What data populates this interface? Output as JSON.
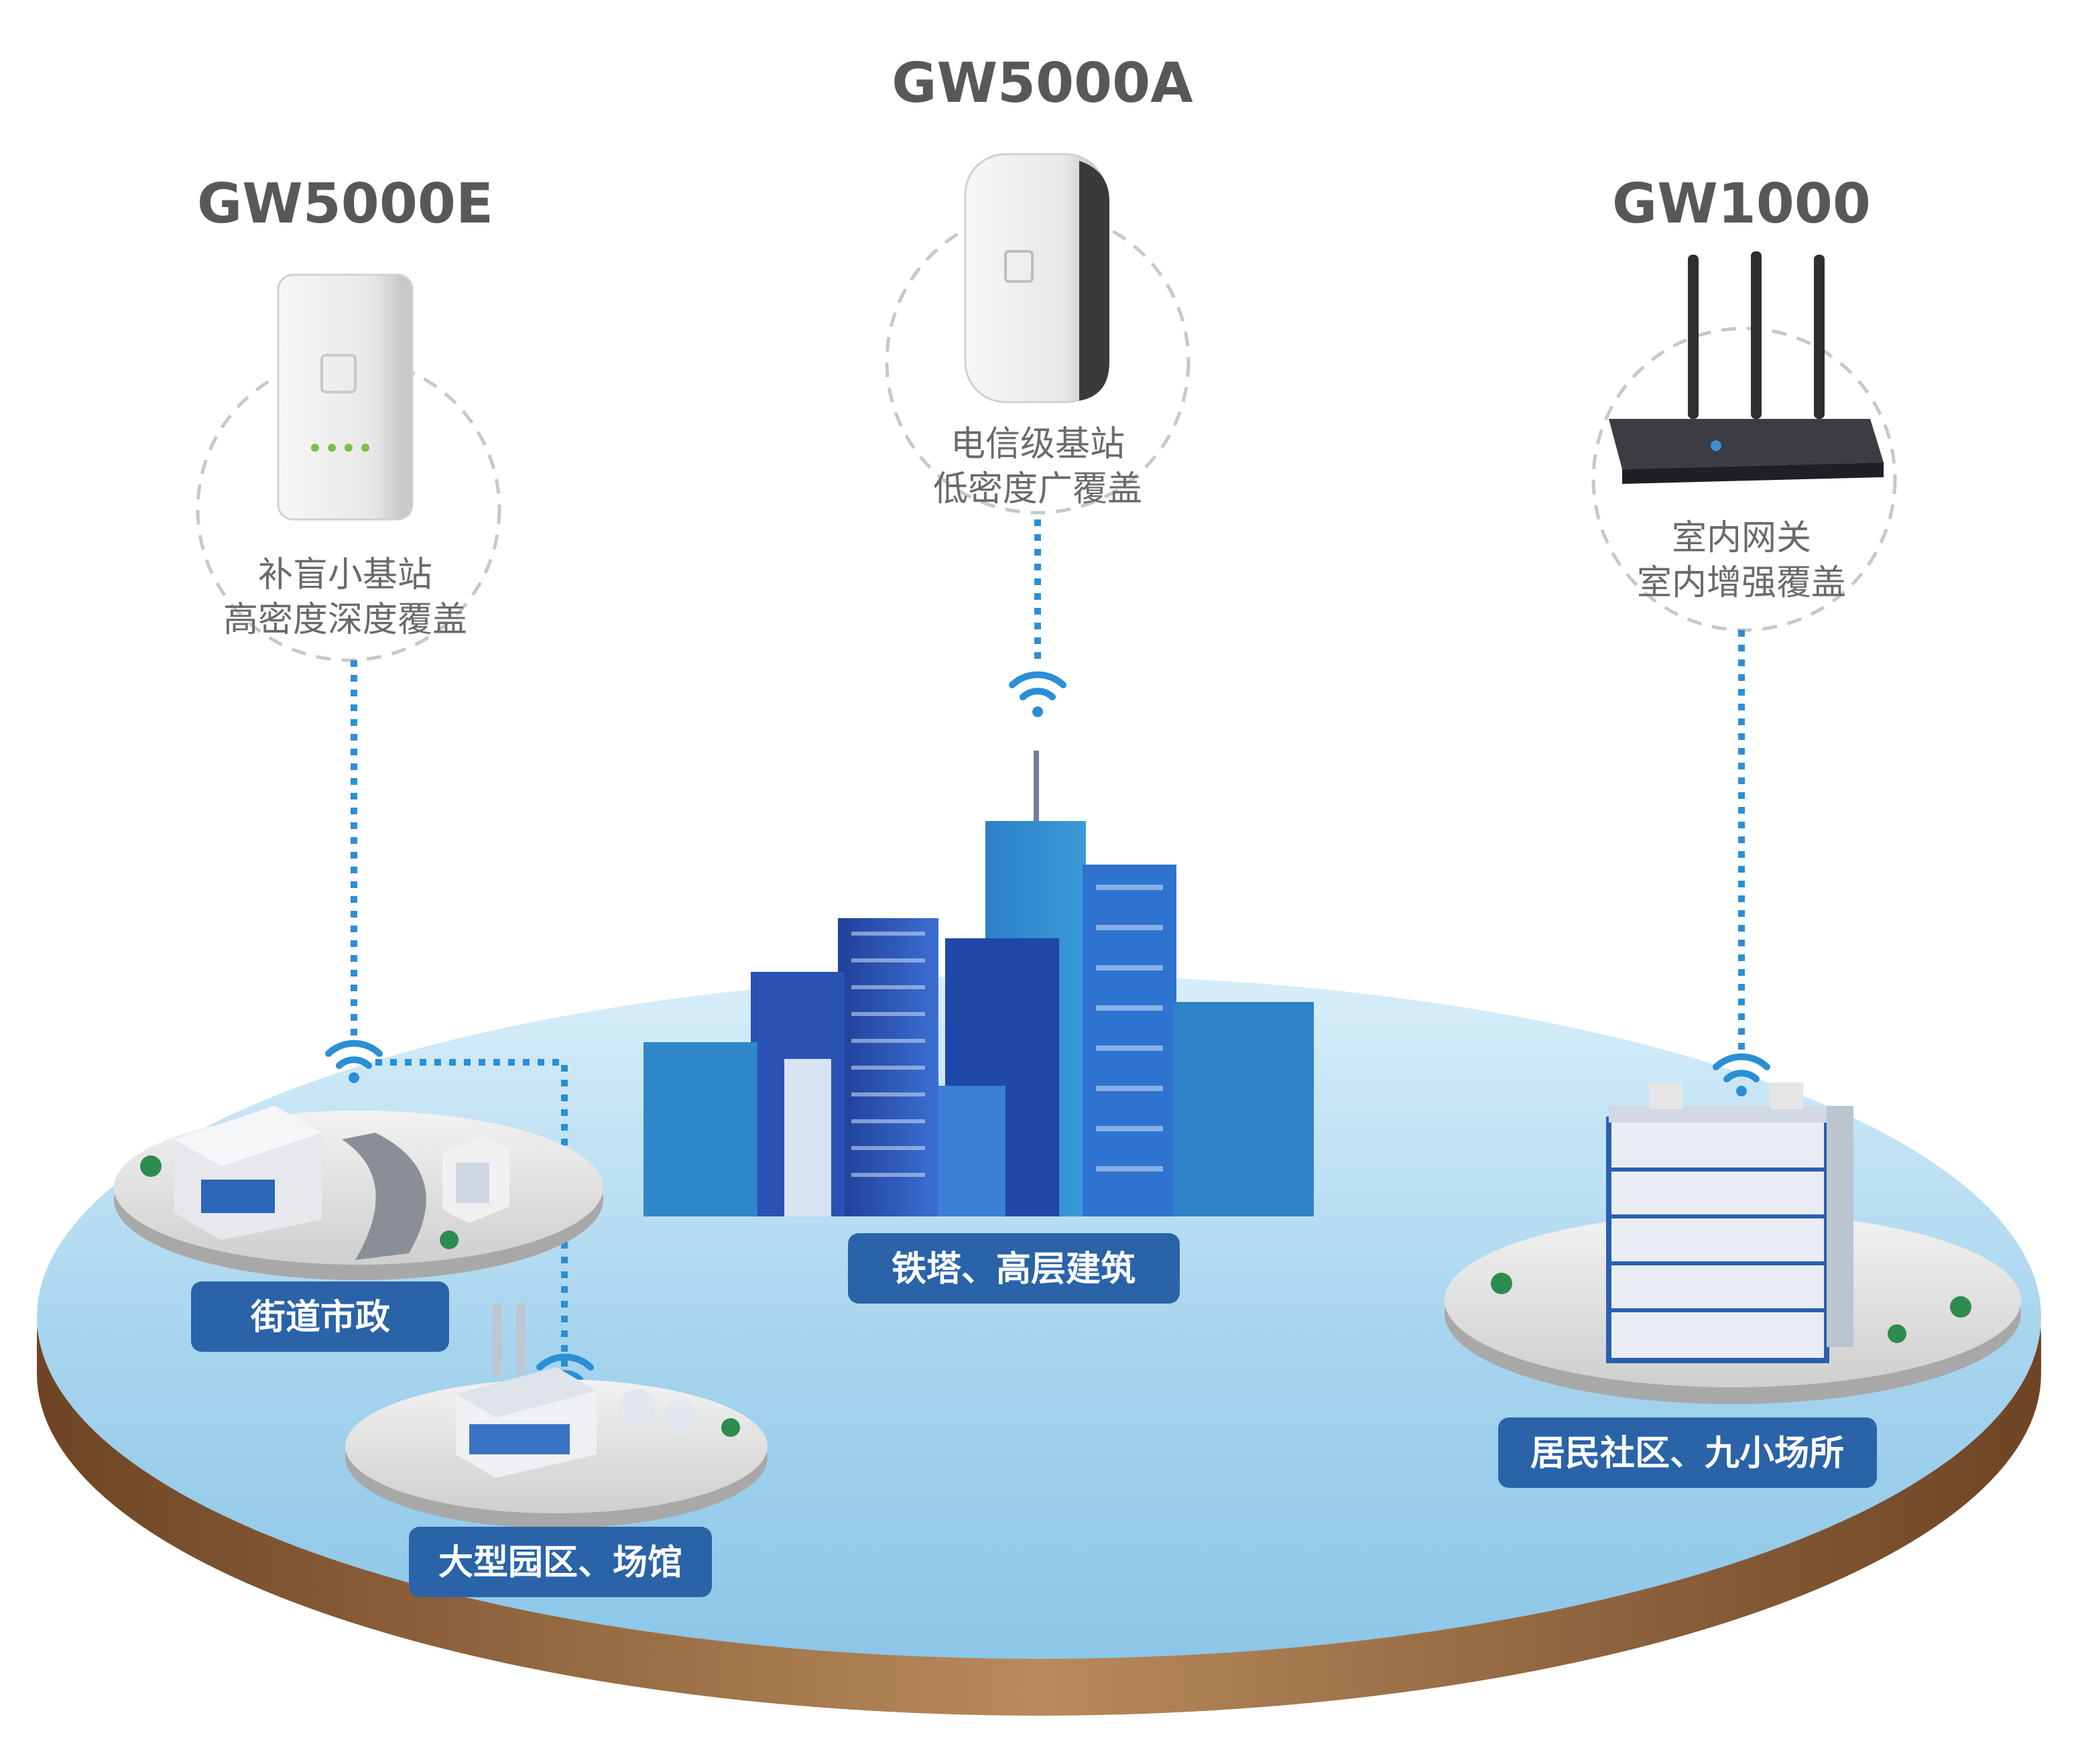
{
  "devices": [
    {
      "id": "gw5000e",
      "model": "GW5000E",
      "desc_line1": "补盲小基站",
      "desc_line2": "高密度深度覆盖"
    },
    {
      "id": "gw5000a",
      "model": "GW5000A",
      "desc_line1": "电信级基站",
      "desc_line2": "低密度广覆盖"
    },
    {
      "id": "gw1000",
      "model": "GW1000",
      "desc_line1": "室内网关",
      "desc_line2": "室内增强覆盖"
    }
  ],
  "scenes": [
    {
      "id": "street",
      "label": "街道市政"
    },
    {
      "id": "park",
      "label": "大型园区、场馆"
    },
    {
      "id": "tower",
      "label": "铁塔、高层建筑"
    },
    {
      "id": "residential",
      "label": "居民社区、九小场所"
    }
  ],
  "colors": {
    "title_gray": "#585858",
    "desc_gray": "#6a6a6a",
    "link_blue": "#2a8fd6",
    "label_bg": "#2a63a8",
    "disc_top": "#a9d6ef",
    "disc_side": "#8a5a34",
    "building_blue": "#2b4fb0"
  }
}
